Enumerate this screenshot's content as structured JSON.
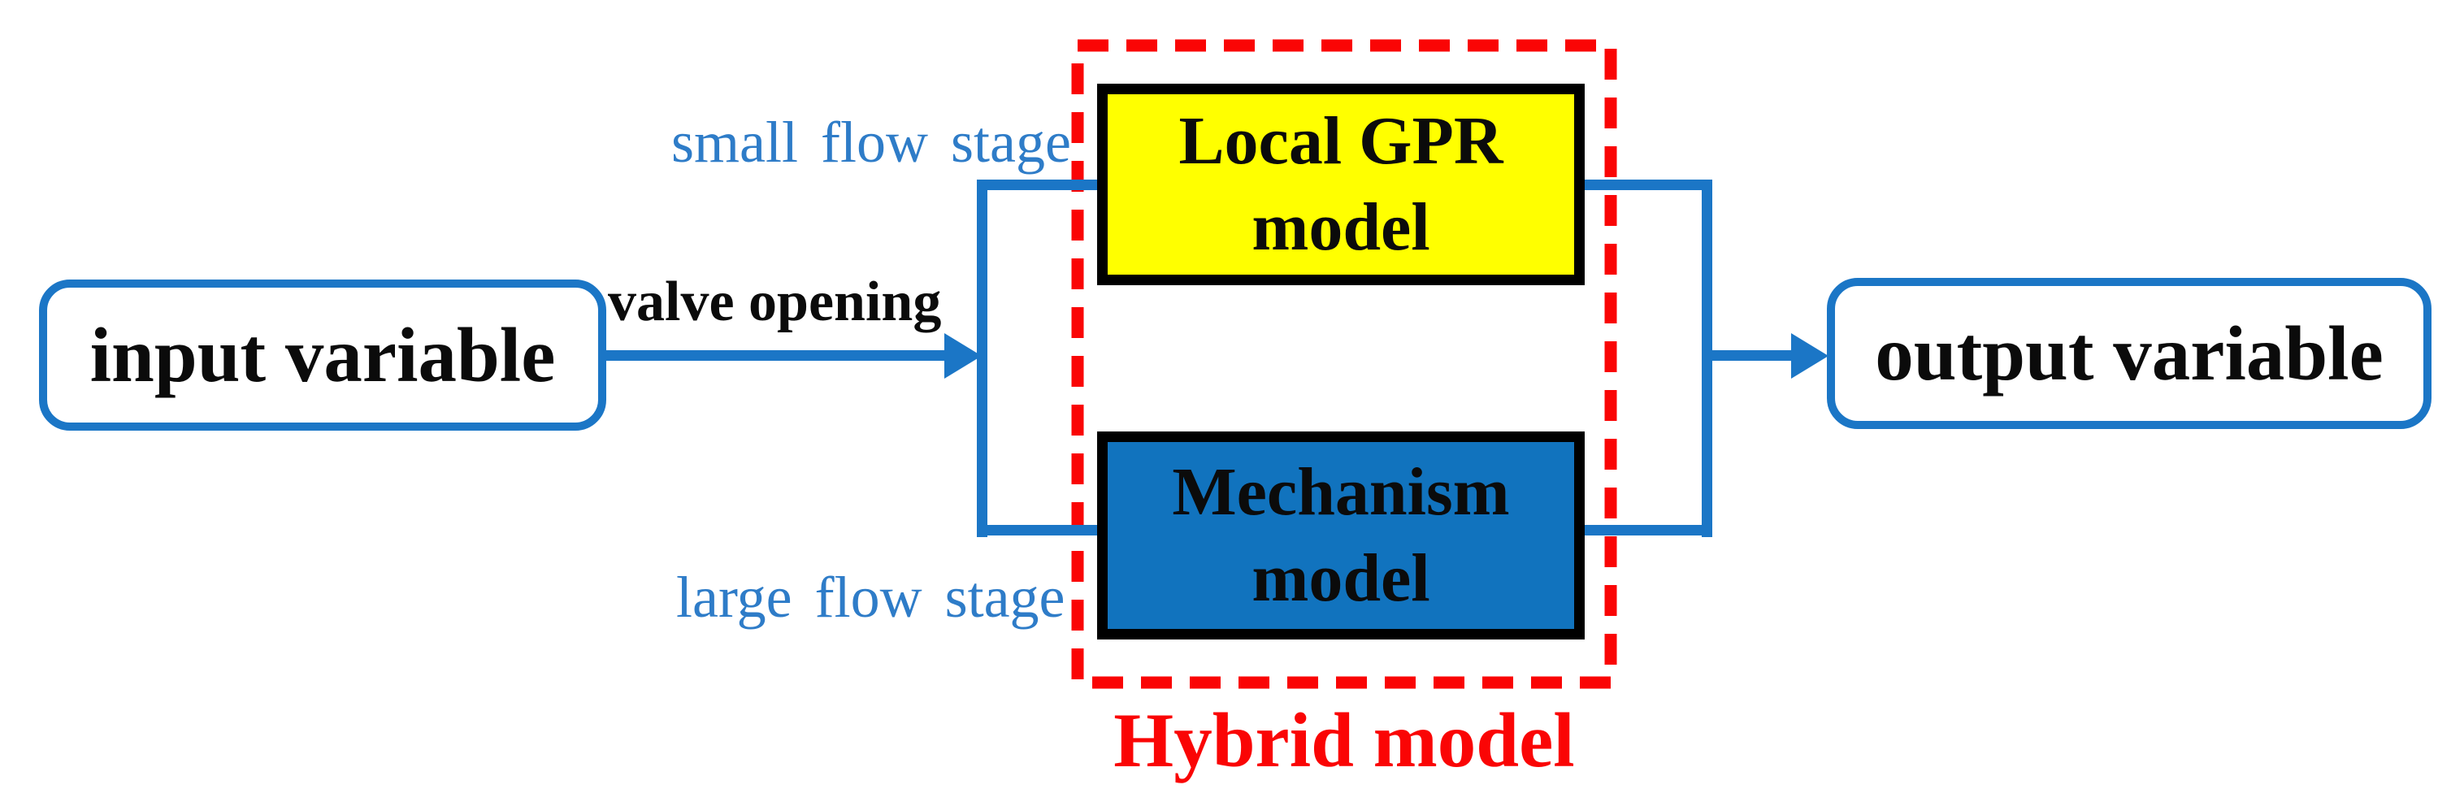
{
  "colors": {
    "line_blue": "#1B76C6",
    "fill_blue": "#1173BE",
    "label_blue": "#2E7CC8",
    "accent_red": "#FA0505",
    "accent_yellow": "#FFFF00",
    "text_black": "#0B0B0B"
  },
  "nodes": {
    "input": {
      "label": "input variable"
    },
    "output": {
      "label": "output variable"
    },
    "local_gpr": {
      "line1": "Local GPR",
      "line2": "model"
    },
    "mechanism": {
      "line1": "Mechanism",
      "line2": "model"
    }
  },
  "labels": {
    "valve_opening": "valve opening",
    "small_flow": "small flow stage",
    "large_flow": "large flow stage",
    "hybrid_model": "Hybrid model"
  }
}
